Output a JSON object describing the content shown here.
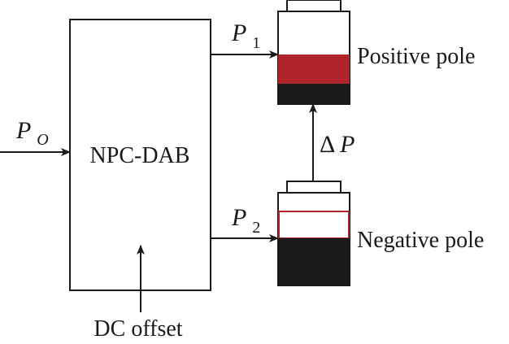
{
  "block": {
    "label": "NPC-DAB"
  },
  "signals": {
    "p_o": {
      "main": "P",
      "sub": "O"
    },
    "p_1": {
      "main": "P",
      "sub": "1"
    },
    "p_2": {
      "main": "P",
      "sub": "2"
    },
    "delta_p": {
      "delta": "Δ",
      "main": "P"
    }
  },
  "poles": {
    "positive": {
      "label": "Positive pole"
    },
    "negative": {
      "label": "Negative pole"
    }
  },
  "offset": {
    "label": "DC offset"
  },
  "colors": {
    "line": "#1a1a1a",
    "charge_red": "#b0252a",
    "charge_black": "#1a1a1a",
    "outline_red": "#b0252a"
  }
}
